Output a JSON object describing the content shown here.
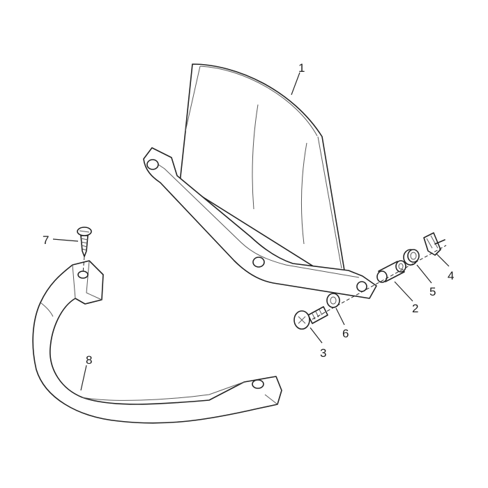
{
  "diagram": {
    "parts": [
      {
        "key": "p1",
        "label": "1"
      },
      {
        "key": "p2",
        "label": "2"
      },
      {
        "key": "p3",
        "label": "3"
      },
      {
        "key": "p4",
        "label": "4"
      },
      {
        "key": "p5",
        "label": "5"
      },
      {
        "key": "p6",
        "label": "6"
      },
      {
        "key": "p7",
        "label": "7"
      },
      {
        "key": "p8",
        "label": "8"
      }
    ]
  }
}
